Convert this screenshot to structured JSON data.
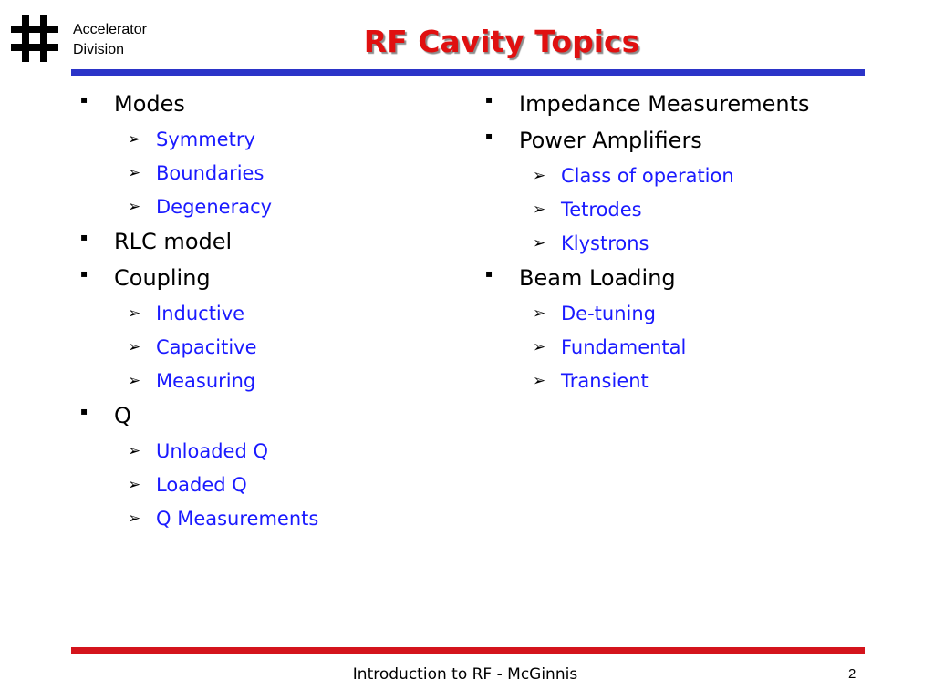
{
  "header": {
    "logo_icon": "fermilab-logo-icon",
    "division_line1": "Accelerator",
    "division_line2": "Division",
    "title": "RF Cavity Topics",
    "title_color": "#e01010"
  },
  "left_column": [
    {
      "label": "Modes",
      "subs": [
        "Symmetry",
        "Boundaries",
        "Degeneracy"
      ]
    },
    {
      "label": "RLC model",
      "subs": []
    },
    {
      "label": "Coupling",
      "subs": [
        "Inductive",
        "Capacitive",
        "Measuring"
      ]
    },
    {
      "label": "Q",
      "subs": [
        "Unloaded Q",
        "Loaded Q",
        "Q Measurements"
      ]
    }
  ],
  "right_column": [
    {
      "label": "Impedance Measurements",
      "subs": []
    },
    {
      "label": "Power Amplifiers",
      "subs": [
        "Class of operation",
        "Tetrodes",
        "Klystrons"
      ]
    },
    {
      "label": "Beam Loading",
      "subs": [
        "De-tuning",
        "Fundamental",
        "Transient"
      ]
    }
  ],
  "colors": {
    "top_rule": "#2b34c8",
    "bottom_rule": "#d4141c",
    "sub_text": "#1a1aff"
  },
  "footer": {
    "text": "Introduction to RF - McGinnis",
    "page_number": "2"
  }
}
